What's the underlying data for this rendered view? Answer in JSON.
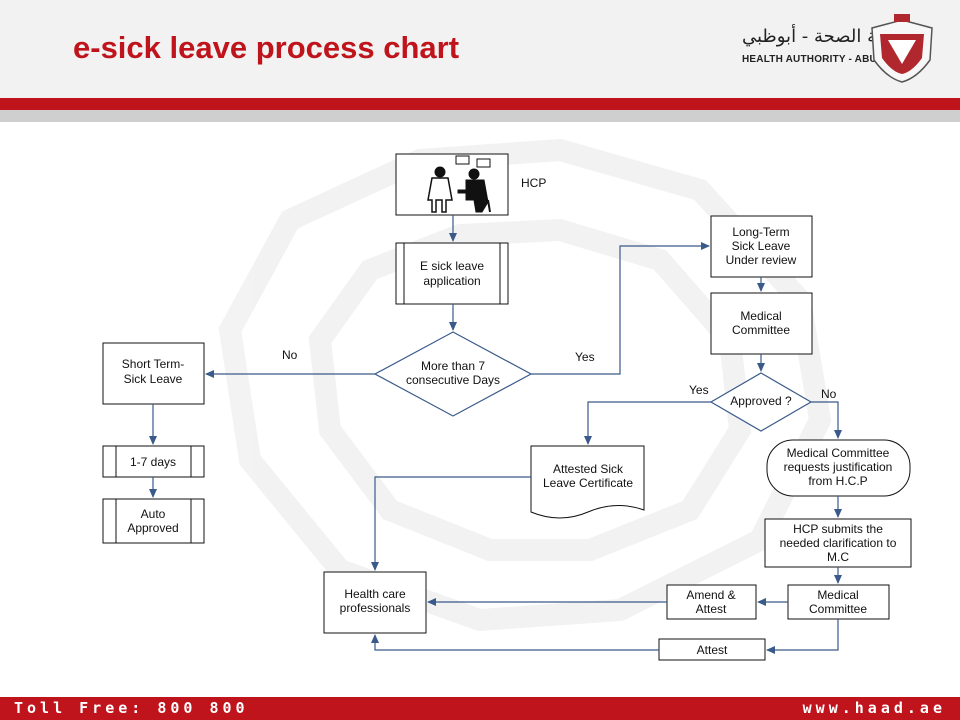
{
  "header": {
    "title": "e-sick leave process chart",
    "logo_arabic": "هيئة الصحة - أبوظبي",
    "logo_english": "HEALTH AUTHORITY - ABU DHABI"
  },
  "footer": {
    "toll_free": "Toll Free: 800 800",
    "website": "www.haad.ae"
  },
  "diagram": {
    "hcp_label": "HCP",
    "application": [
      "E sick leave",
      "application"
    ],
    "decision_days": [
      "More than 7",
      "consecutive Days"
    ],
    "no_left": "No",
    "yes_right": "Yes",
    "short_term": [
      "Short Term-",
      "Sick Leave"
    ],
    "days": "1-7 days",
    "auto_approved": [
      "Auto",
      "Approved"
    ],
    "long_term": [
      "Long-Term",
      "Sick Leave",
      "Under review"
    ],
    "medical_committee_top": [
      "Medical",
      "Committee"
    ],
    "approved_decision": "Approved ?",
    "approved_yes": "Yes",
    "approved_no": "No",
    "attested_certificate": [
      "Attested Sick",
      "Leave Certificate"
    ],
    "justification": [
      "Medical Committee",
      "requests justification",
      "from H.C.P"
    ],
    "clarification": [
      "HCP submits the",
      "needed clarification to",
      "M.C"
    ],
    "medical_committee_bottom": [
      "Medical",
      "Committee"
    ],
    "amend_attest": [
      "Amend &",
      "Attest"
    ],
    "health_care": [
      "Health care",
      "professionals"
    ],
    "attest": "Attest"
  },
  "colors": {
    "brand_red": "#c0141c",
    "arrow_blue": "#3a5a8a"
  }
}
